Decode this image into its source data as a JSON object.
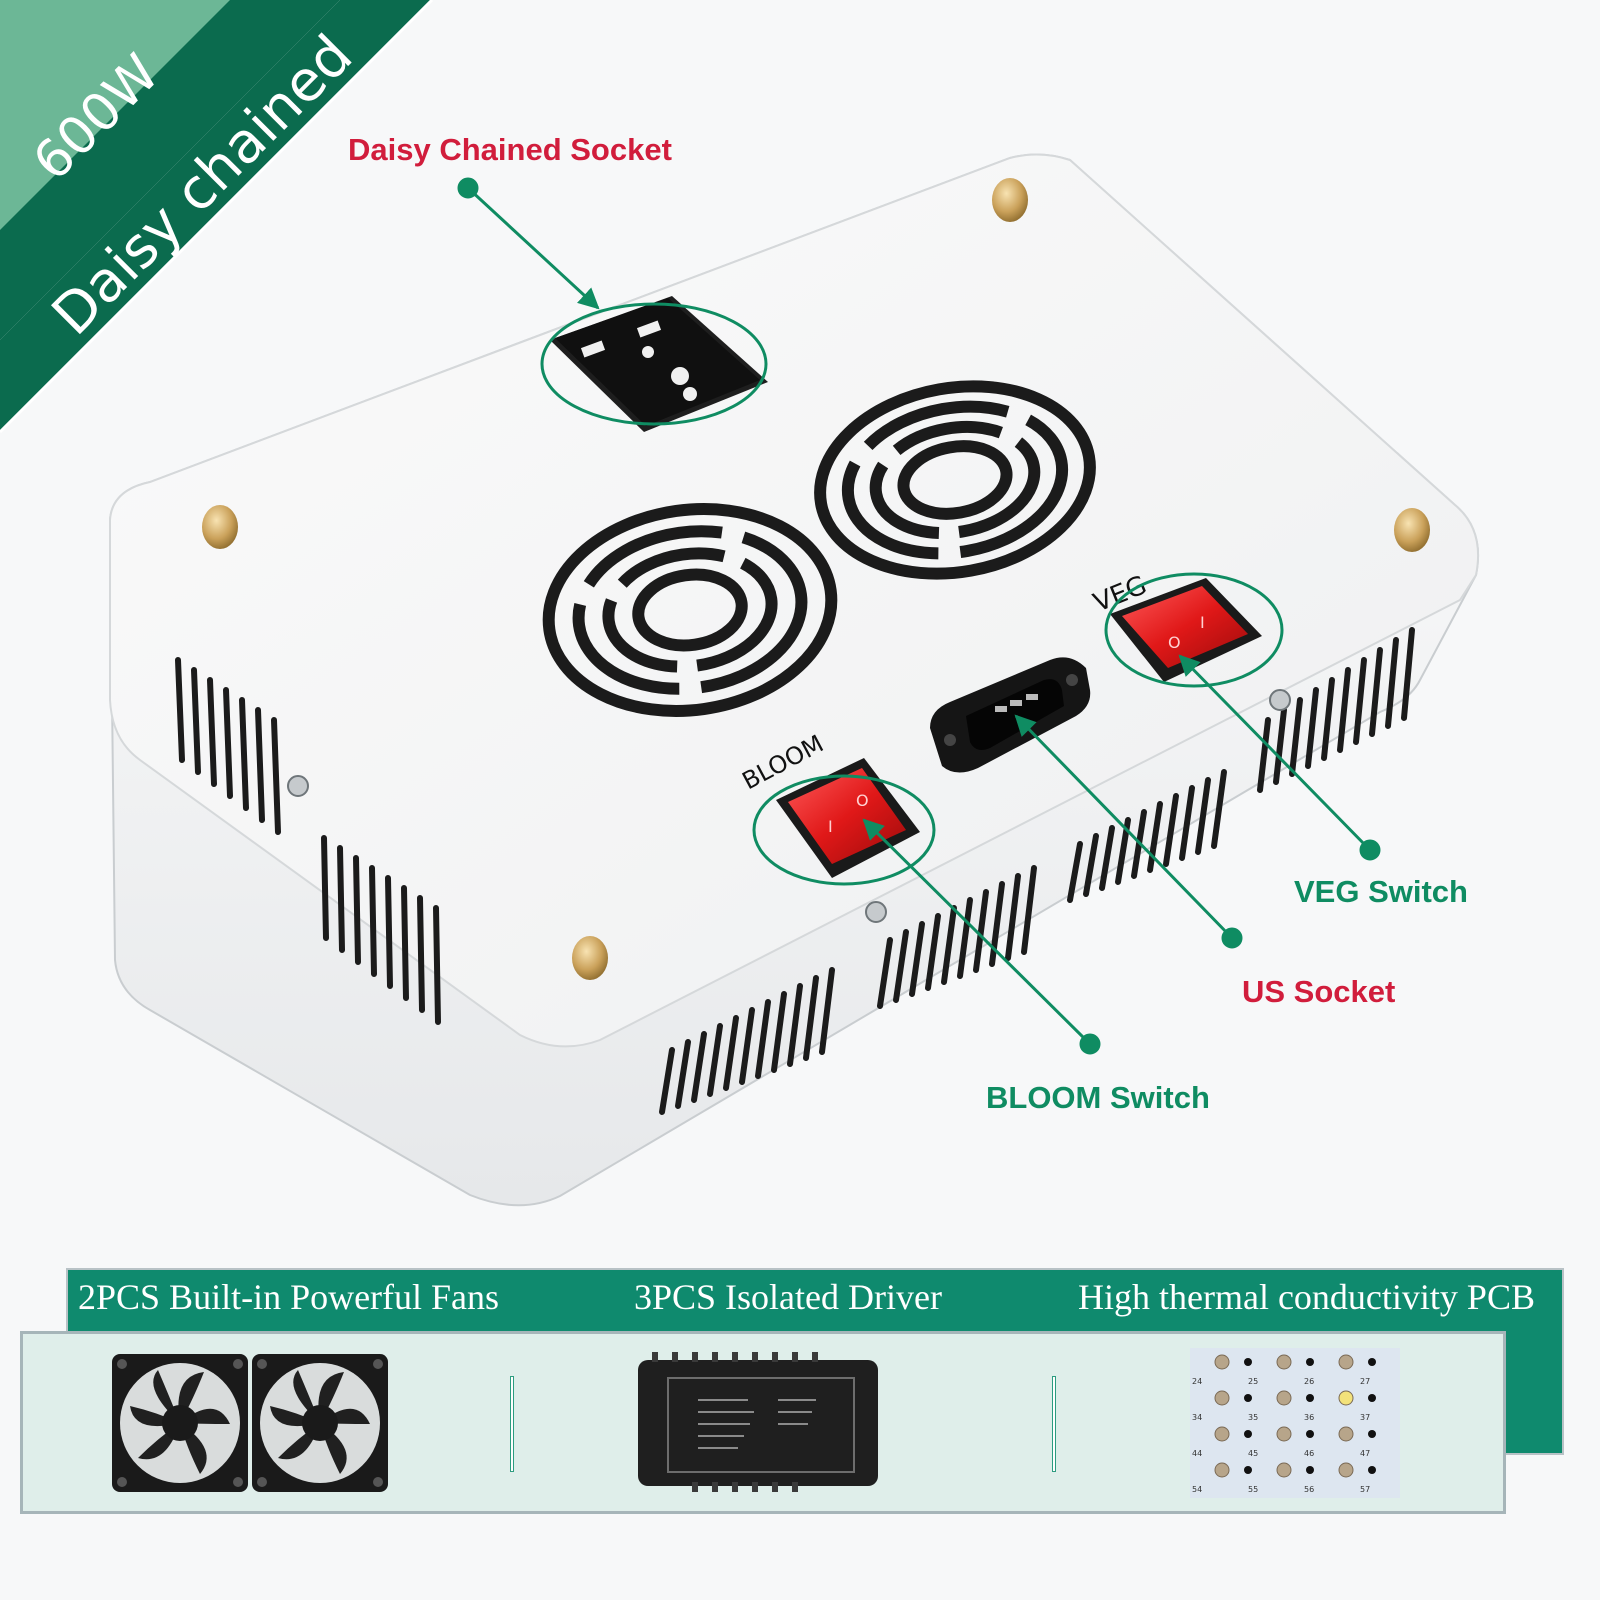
{
  "ribbon": {
    "power": "600W",
    "feature": "Daisy chained",
    "colors": {
      "light": "#6cb796",
      "dark": "#0b6b4e"
    }
  },
  "product": {
    "switch_labels": {
      "veg": "VEG",
      "bloom": "BLOOM"
    },
    "switch_mark": {
      "off": "O",
      "on": "I"
    }
  },
  "callouts": {
    "daisy_socket": "Daisy Chained Socket",
    "veg_switch": "VEG Switch",
    "us_socket": "US Socket",
    "bloom_switch": "BLOOM Switch"
  },
  "colors": {
    "callout_red": "#d11d3c",
    "callout_green": "#0f8c62",
    "strip_green": "#0f8a6e"
  },
  "features": [
    {
      "title": "2PCS Built-in Powerful Fans",
      "icon": "cooling-fan-icon"
    },
    {
      "title": "3PCS  Isolated Driver",
      "icon": "led-driver-icon"
    },
    {
      "title": "High thermal conductivity PCB",
      "icon": "led-pcb-icon"
    }
  ],
  "pcb_numbers": [
    [
      "24",
      "25",
      "26",
      "27"
    ],
    [
      "34",
      "35",
      "36",
      "37"
    ],
    [
      "44",
      "45",
      "46",
      "47"
    ],
    [
      "54",
      "55",
      "56",
      "57"
    ]
  ]
}
